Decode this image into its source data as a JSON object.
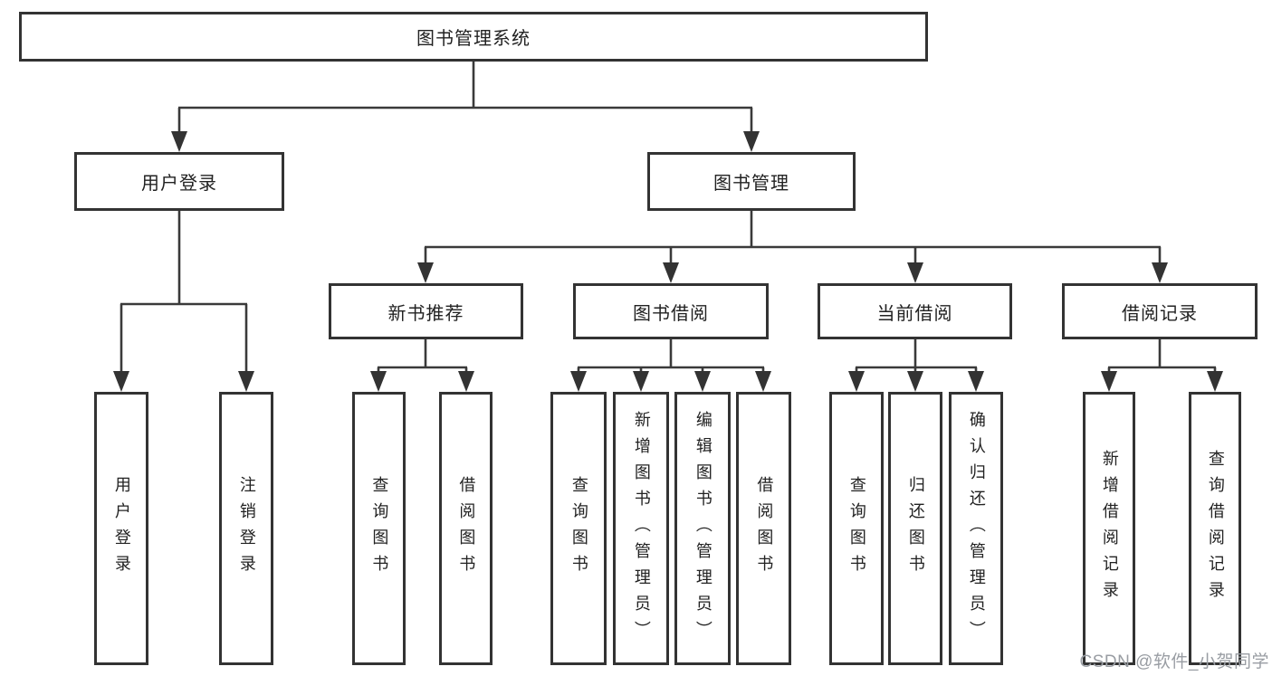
{
  "diagram": {
    "title": "图书管理系统",
    "branches": [
      {
        "id": "user-login",
        "label": "用户登录",
        "children": [
          {
            "label": "用户登录"
          },
          {
            "label": "注销登录"
          }
        ]
      },
      {
        "id": "book-management",
        "label": "图书管理",
        "sections": [
          {
            "label": "新书推荐",
            "children": [
              {
                "label": "查询图书"
              },
              {
                "label": "借阅图书"
              }
            ]
          },
          {
            "label": "图书借阅",
            "children": [
              {
                "label": "查询图书"
              },
              {
                "label": "新增图书（管理员）"
              },
              {
                "label": "编辑图书（管理员）"
              },
              {
                "label": "借阅图书"
              }
            ]
          },
          {
            "label": "当前借阅",
            "children": [
              {
                "label": "查询图书"
              },
              {
                "label": "归还图书"
              },
              {
                "label": "确认归还（管理员）"
              }
            ]
          },
          {
            "label": "借阅记录",
            "children": [
              {
                "label": "新增借阅记录"
              },
              {
                "label": "查询借阅记录"
              }
            ]
          }
        ]
      }
    ]
  },
  "watermark": {
    "text": "CSDN @软件_小贺同学",
    "color": "#999da3"
  },
  "colors": {
    "line": "#3a3a3a",
    "box_border": "#333333",
    "box_fill": "#ffffff",
    "text": "#222222",
    "background": "#ffffff"
  }
}
